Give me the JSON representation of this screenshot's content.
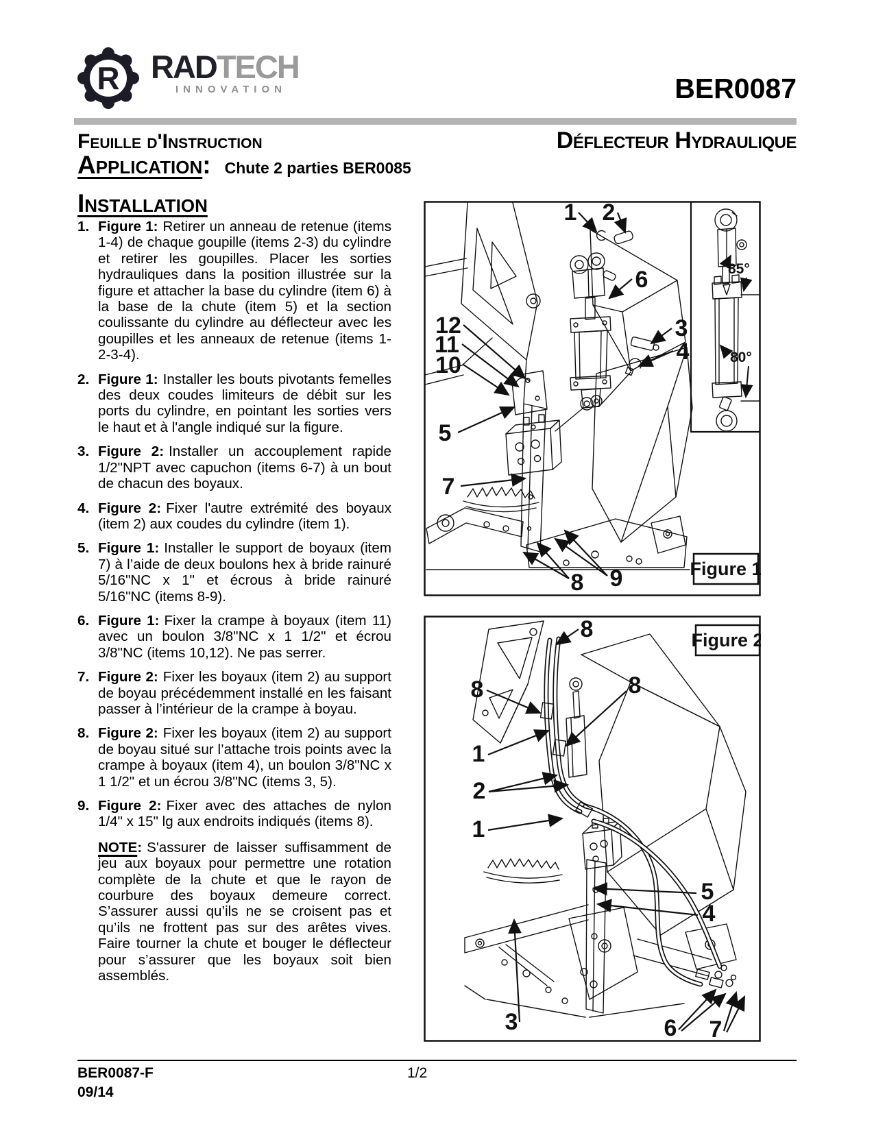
{
  "header": {
    "logo": {
      "badge_letter": "R",
      "brand_dark": "RAD",
      "brand_light": "TECH",
      "tagline": "INNOVATION"
    },
    "product_code": "BER0087",
    "sheet_type": "Feuille d'Instruction",
    "product_name": "Déflecteur Hydraulique"
  },
  "application": {
    "heading": "Application",
    "colon": ":",
    "value": "Chute 2 parties BER0085"
  },
  "installation": {
    "heading": "Installation",
    "items": [
      {
        "num": "1.",
        "ref": "Figure 1:",
        "text": "Retirer un anneau de retenue (items 1-4) de chaque goupille (items 2-3) du cylindre et retirer les goupilles. Placer les sorties hydrauliques dans la position illustrée sur la figure et attacher la base du cylindre (item 6) à la base de la chute (item 5) et la section coulissante du cylindre au déflecteur avec les goupilles et les anneaux de retenue (items 1-2-3-4)."
      },
      {
        "num": "2.",
        "ref": "Figure 1:",
        "text": "Installer les bouts pivotants femelles des deux coudes limiteurs de débit sur les ports du cylindre, en pointant les sorties vers le haut et à l'angle indiqué sur la figure."
      },
      {
        "num": "3.",
        "ref": "Figure 2:",
        "text": "Installer un accouplement rapide 1/2\"NPT avec capuchon (items 6-7) à un bout de chacun des boyaux."
      },
      {
        "num": "4.",
        "ref": "Figure 2:",
        "text": "Fixer l'autre extrémité des boyaux (item 2) aux coudes du cylindre (item 1)."
      },
      {
        "num": "5.",
        "ref": "Figure 1:",
        "text": "Installer le support de boyaux (item 7) à l’aide de deux boulons hex à bride rainuré 5/16\"NC x 1\" et écrous à bride rainuré 5/16\"NC (items 8-9)."
      },
      {
        "num": "6.",
        "ref": "Figure 1:",
        "text": "Fixer la crampe à boyaux (item 11) avec un boulon 3/8\"NC x 1 1/2\" et écrou 3/8\"NC (items 10,12). Ne pas serrer."
      },
      {
        "num": "7.",
        "ref": "Figure 2:",
        "text": "Fixer les boyaux (item 2) au support de boyau précédemment installé en les faisant passer à l’intérieur de la crampe à boyau."
      },
      {
        "num": "8.",
        "ref": "Figure 2:",
        "text": "Fixer les boyaux (item 2) au support de boyau situé sur l’attache trois points avec la crampe à boyaux (item 4), un boulon 3/8\"NC x 1 1/2\" et un écrou 3/8\"NC (items 3, 5)."
      },
      {
        "num": "9.",
        "ref": "Figure 2:",
        "text": "Fixer avec des attaches de nylon 1/4\" x 15\" lg aux endroits indiqués (items 8)."
      }
    ],
    "note": {
      "label": "NOTE",
      "colon": ":",
      "text": "S'assurer de laisser suffisamment de jeu aux boyaux pour permettre une rotation complète de la chute et que le rayon de courbure des boyaux demeure correct. S’assurer aussi qu’ils ne se croisent pas et qu’ils ne frottent pas sur des arêtes vives. Faire tourner la chute et bouger le déflecteur pour s’assurer que les boyaux soit bien assemblés."
    }
  },
  "figures": {
    "fig1": {
      "label": "Figure 1",
      "callouts": [
        "1",
        "2",
        "6",
        "3",
        "4",
        "12",
        "11",
        "10",
        "5",
        "7",
        "8",
        "9"
      ],
      "angles": [
        "85°",
        "80°"
      ]
    },
    "fig2": {
      "label": "Figure 2",
      "callouts": [
        "8",
        "8",
        "8",
        "1",
        "2",
        "1",
        "5",
        "4",
        "3",
        "6",
        "7"
      ]
    }
  },
  "footer": {
    "doc_code": "BER0087-F",
    "date": "09/14",
    "page": "1/2"
  }
}
